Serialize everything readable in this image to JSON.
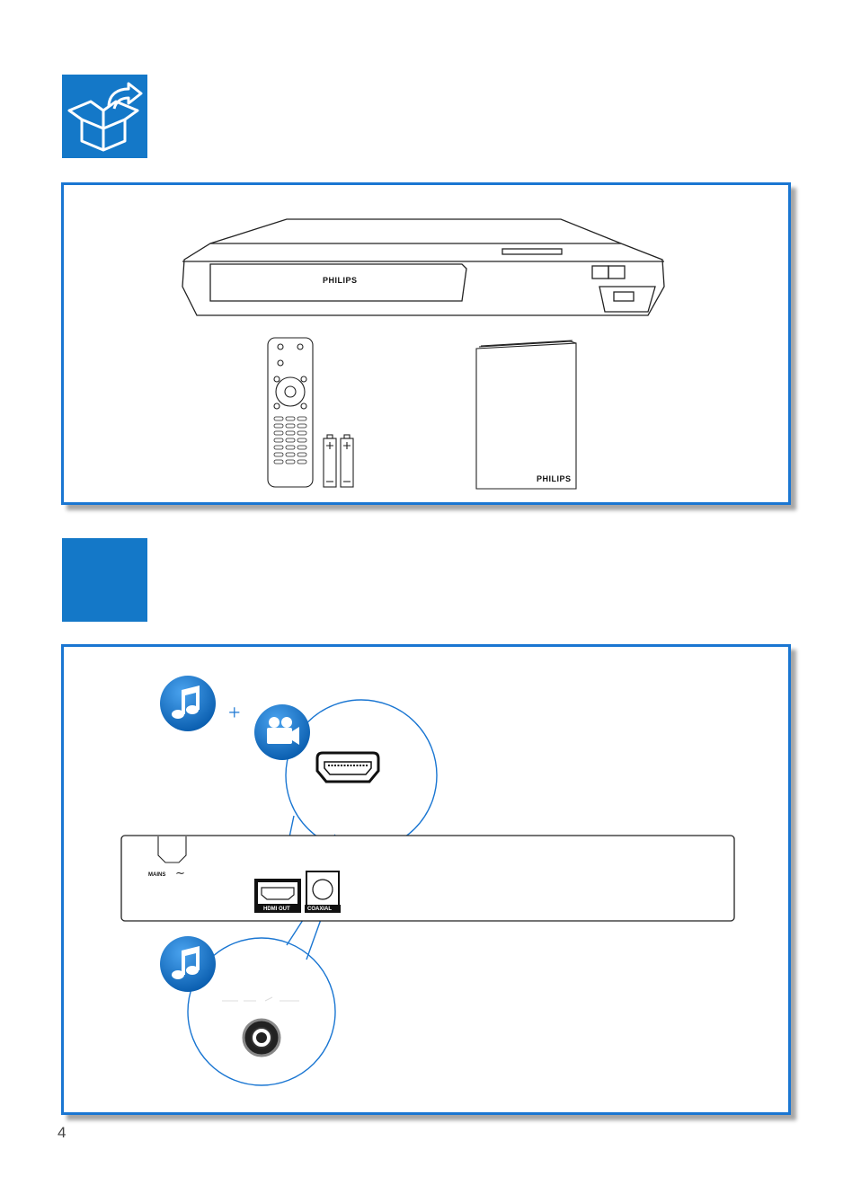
{
  "page_number": "4",
  "box_contents": {
    "player_brand": "PHILIPS",
    "manual_brand": "PHILIPS"
  },
  "connections": {
    "plus_sign": "+",
    "mains_label": "MAINS",
    "mains_symbol": "∼",
    "hdmi_label": "HDMI OUT",
    "coaxial_label": "COAXIAL"
  },
  "colors": {
    "accent": "#1478c8",
    "panel_border": "#1a76d2"
  },
  "icons": [
    "box-unpack-icon",
    "music-note-icon",
    "video-camera-icon",
    "hdmi-port-icon",
    "coaxial-jack-icon"
  ]
}
